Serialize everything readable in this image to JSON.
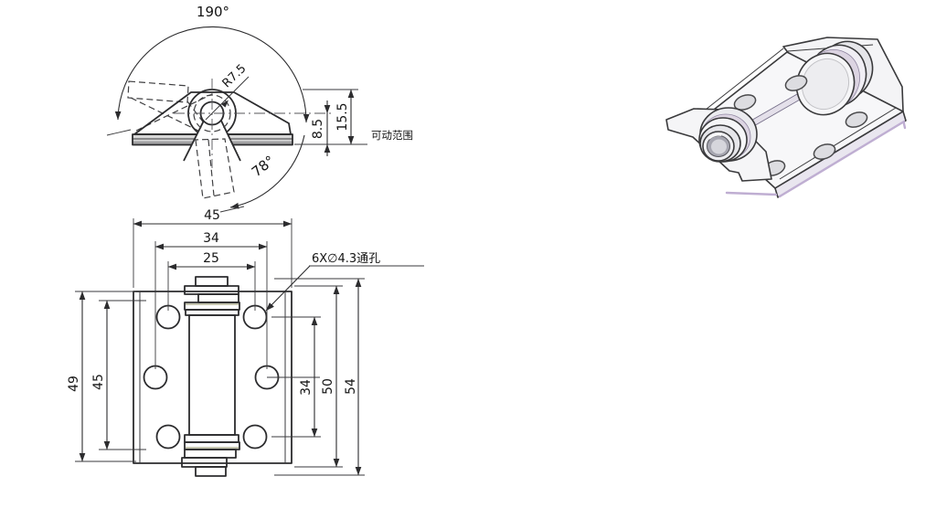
{
  "drawing": {
    "type": "hinge engineering drawing",
    "line_color": "#2c2c2e",
    "metal_fill": "#d7d7d7",
    "accent_lavender": "#c4b4d4"
  },
  "side_view": {
    "angle_range": "190°",
    "angle_open": "78°",
    "radius": "R7.5",
    "dim_pivot_height": "8.5",
    "dim_overall_height": "15.5",
    "note": "可动范围"
  },
  "plan_view": {
    "dim_width": "45",
    "dim_mid_holes": "34",
    "dim_top_holes": "25",
    "hole_callout": "6X∅4.3通孔",
    "dim_left_outer": "49",
    "dim_left_inner": "45",
    "dim_right_holes": "34",
    "dim_right_mid": "50",
    "dim_right_overall": "54"
  }
}
